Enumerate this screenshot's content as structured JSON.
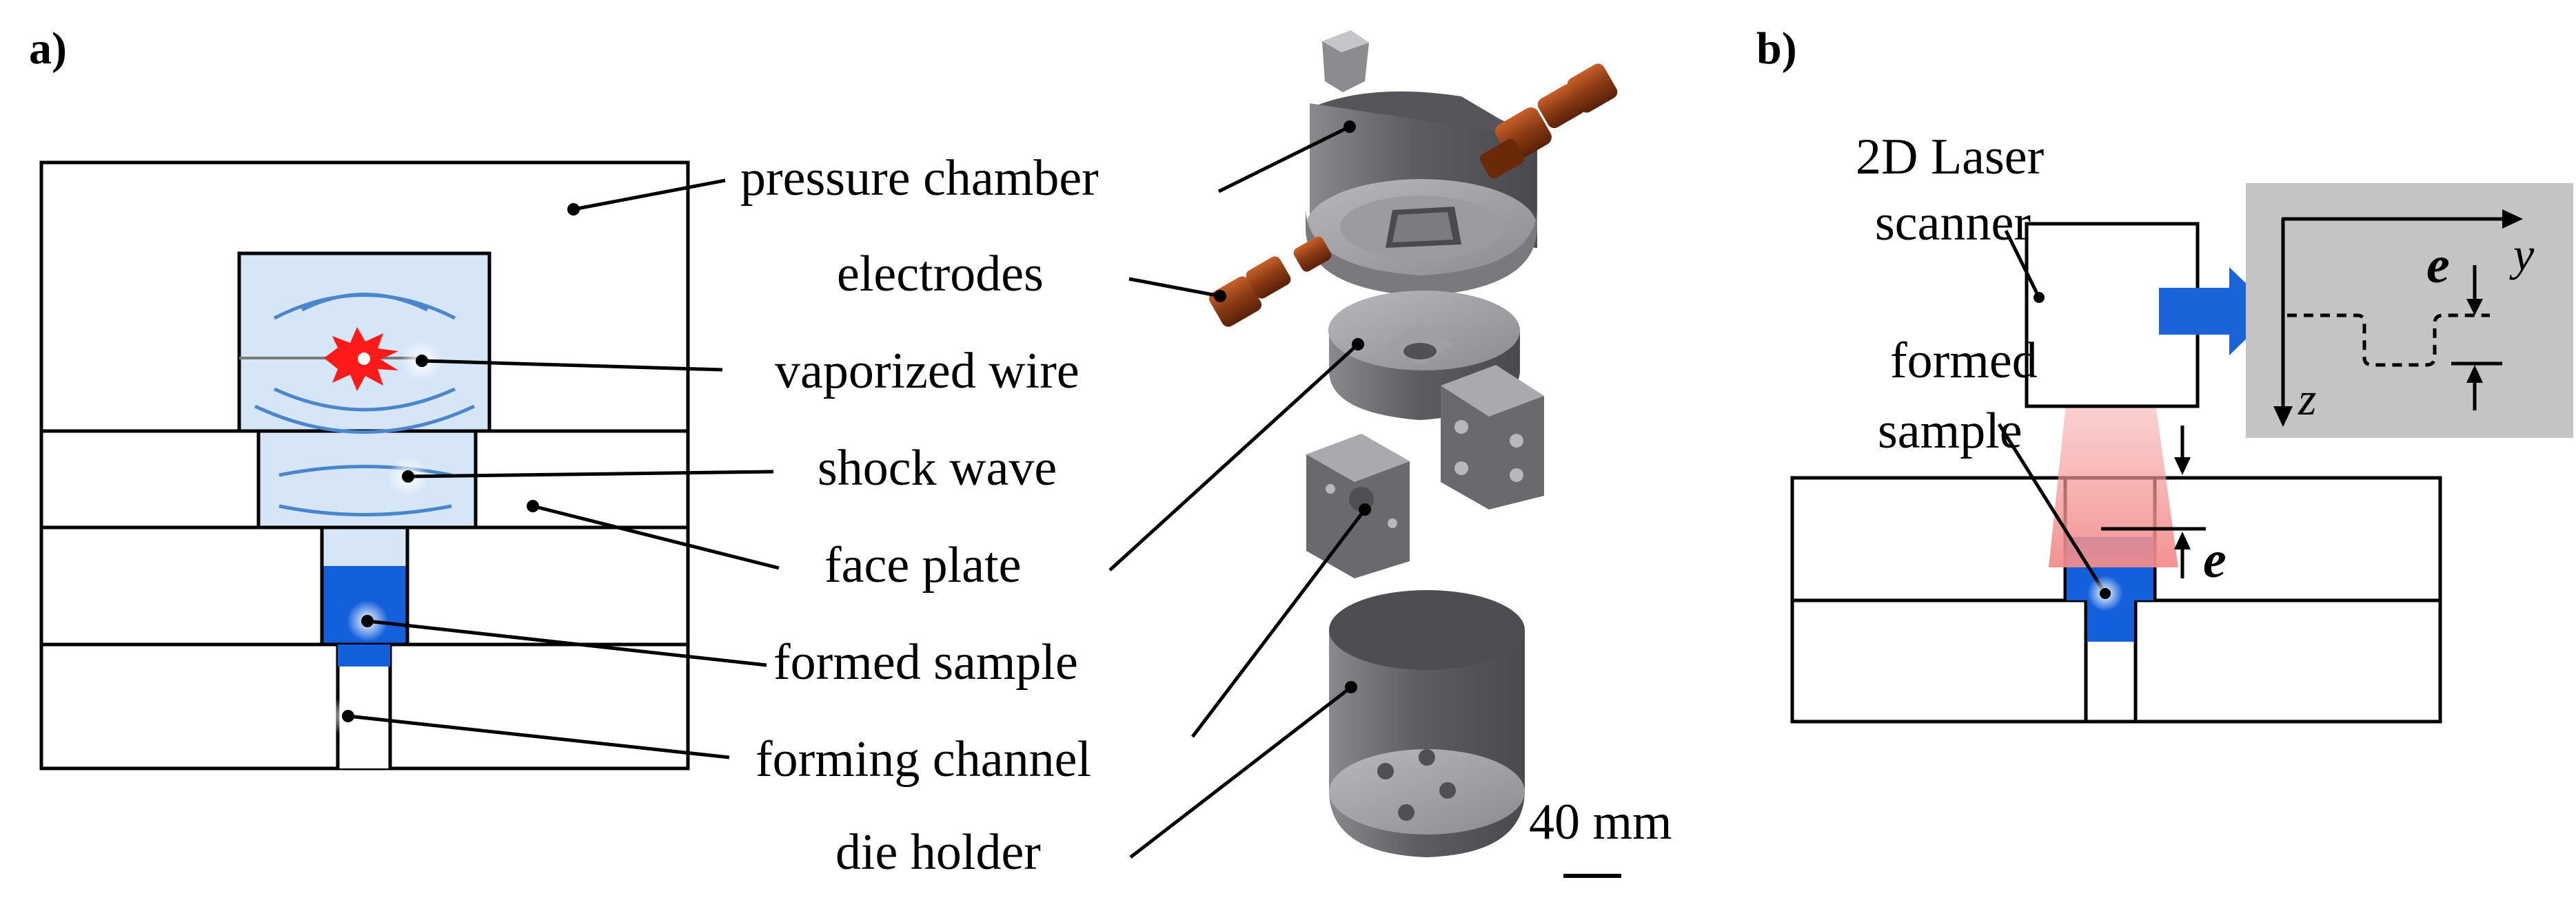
{
  "panels": {
    "a": "a)",
    "b": "b)"
  },
  "labels_a": {
    "pressure_chamber": "pressure chamber",
    "electrodes": "electrodes",
    "vaporized_wire": "vaporized wire",
    "shock_wave": "shock wave",
    "face_plate": "face plate",
    "formed_sample": "formed sample",
    "forming_channel": "forming channel",
    "die_holder": "die holder"
  },
  "scale_bar": "40 mm",
  "labels_b": {
    "laser_scanner_line1": "2D Laser",
    "laser_scanner_line2": "scanner",
    "formed_sample_line1": "formed",
    "formed_sample_line2": "sample",
    "axis_y": "y",
    "axis_z": "z",
    "depth_symbol": "e"
  },
  "colors": {
    "water": "#d6e6f7",
    "shock": "#4a86cc",
    "sample": "#1460dc",
    "spark": "#ff1a1a",
    "laser": "#f7a5a5",
    "arrow": "#1a63d8",
    "profile_bg": "#c4c4c4",
    "steel": "#6e6e72",
    "copper": "#8a3a14"
  }
}
